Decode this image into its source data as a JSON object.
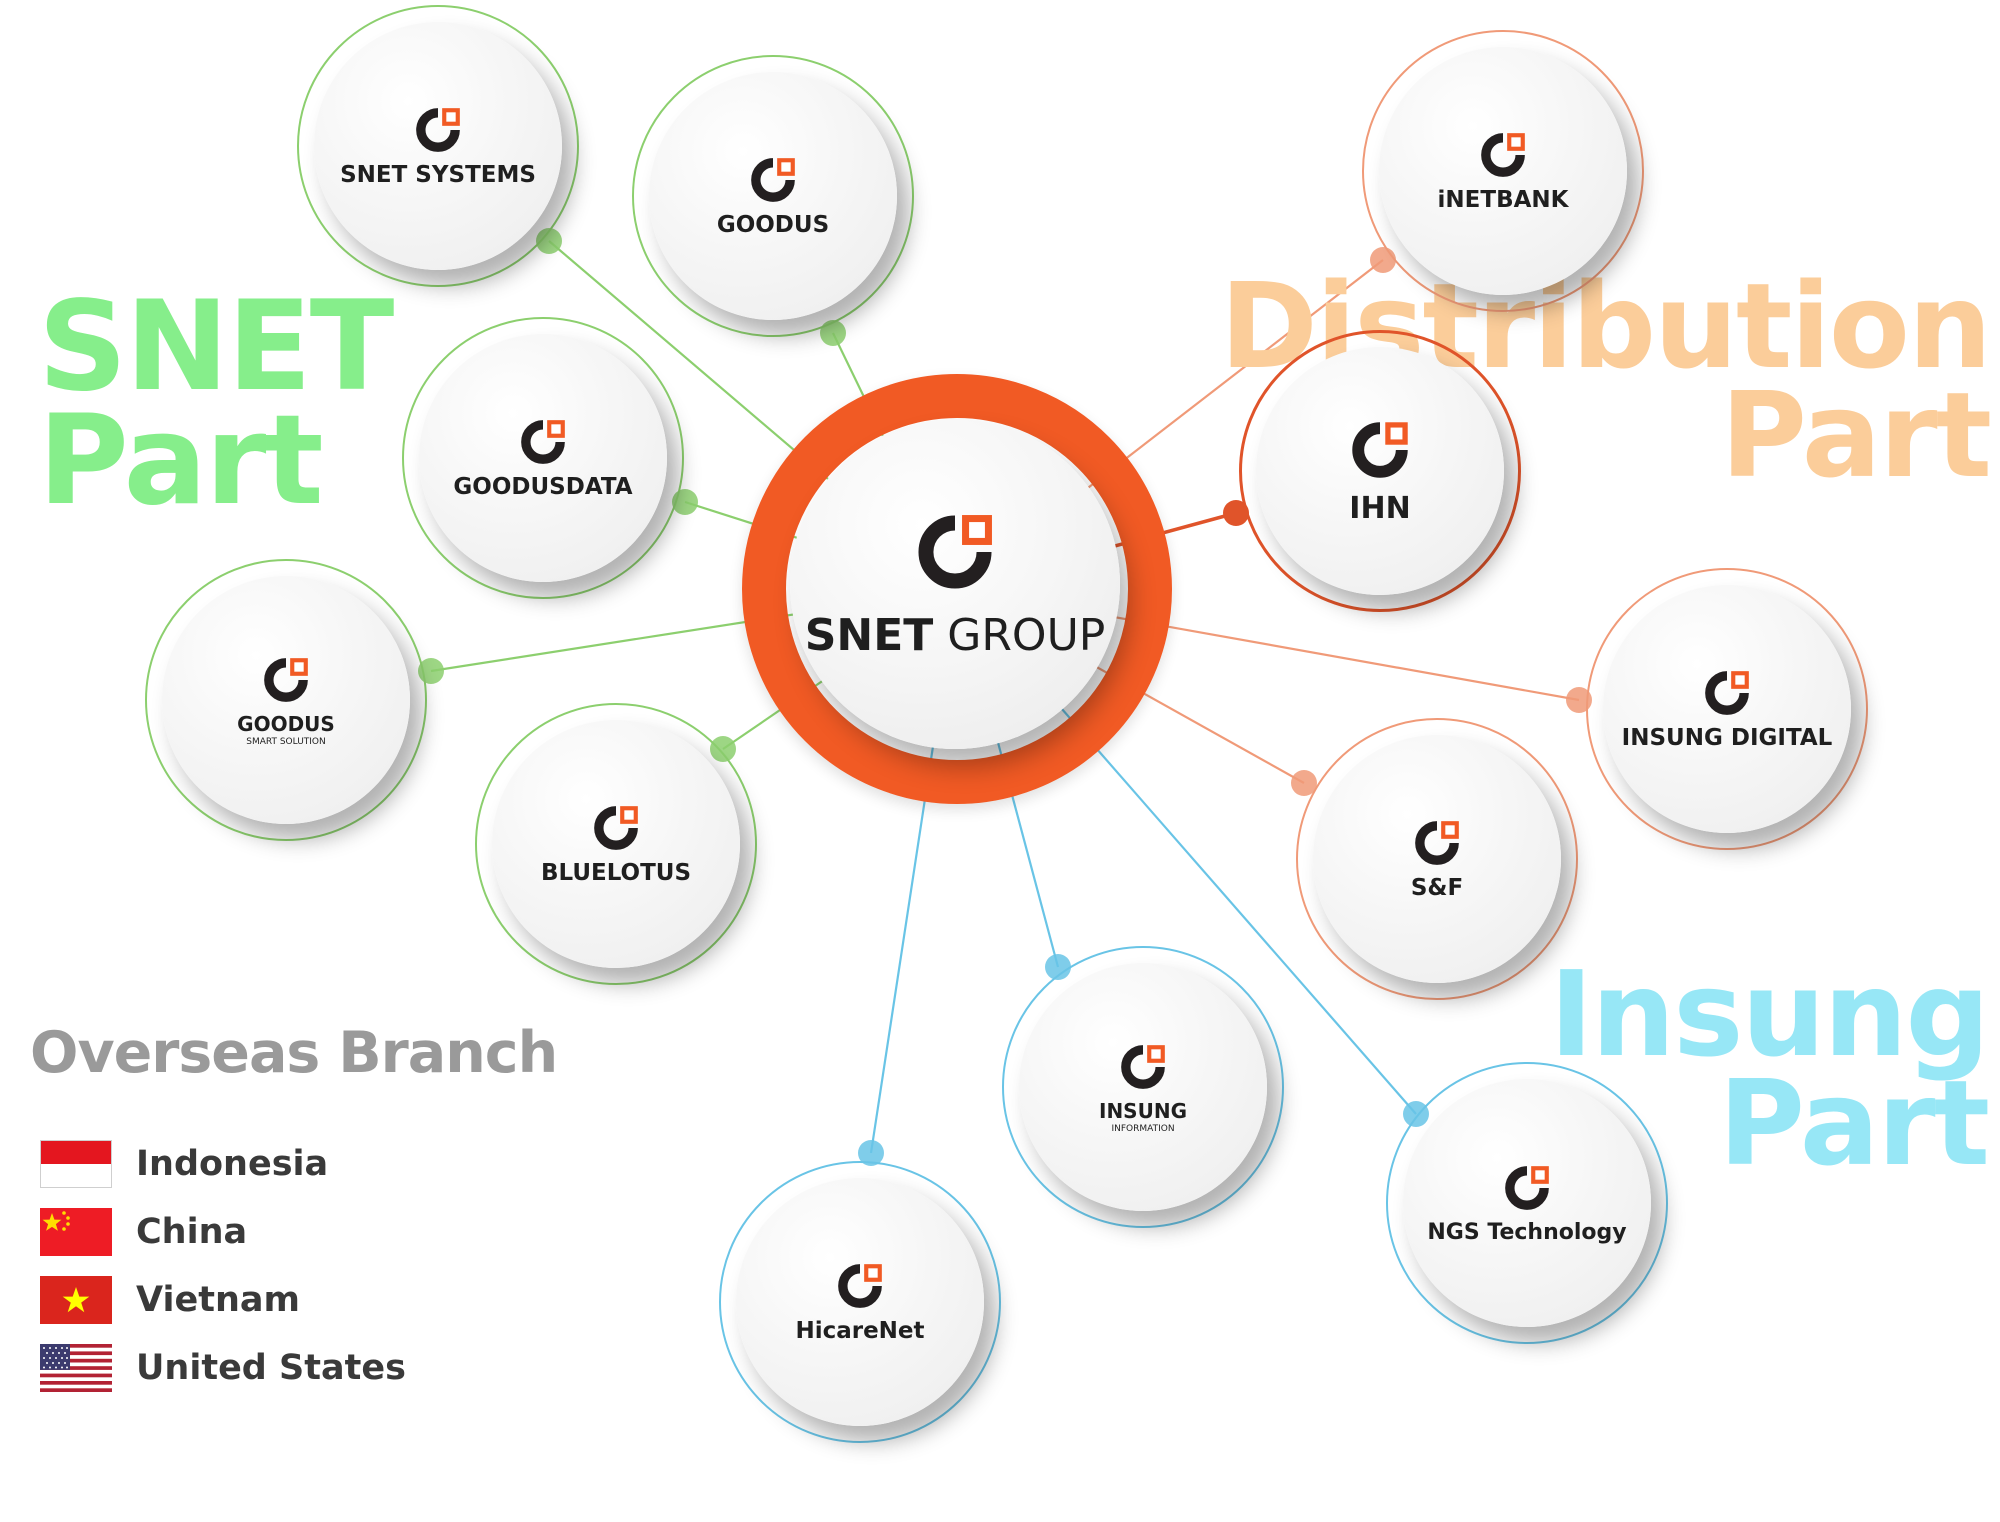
{
  "parts": {
    "snet": [
      "SNET",
      "Part"
    ],
    "distribution": [
      "Distribution",
      "Part"
    ],
    "insung": [
      "Insung",
      "Part"
    ]
  },
  "colors": {
    "snet": "#8ccf6e",
    "distribution": "#f09a78",
    "insung": "#69c4e6",
    "brand": "#f15a24"
  },
  "center": {
    "bold": "SNET",
    "light": " GROUP"
  },
  "nodes": [
    {
      "id": "snet-systems",
      "label": "SNET SYSTEMS",
      "group": "snet"
    },
    {
      "id": "goodus",
      "label": "GOODUS",
      "group": "snet"
    },
    {
      "id": "goodusdata",
      "label": "GOODUSDATA",
      "group": "snet"
    },
    {
      "id": "goodus-smart",
      "label": "GOODUS",
      "sub": "SMART SOLUTION",
      "group": "snet"
    },
    {
      "id": "bluelotus",
      "label": "BLUELOTUS",
      "group": "snet"
    },
    {
      "id": "inetbank",
      "label": "iNETBANK",
      "group": "distribution"
    },
    {
      "id": "ihn",
      "label": "IHN",
      "group": "distribution"
    },
    {
      "id": "insung-digital",
      "label": "INSUNG DIGITAL",
      "group": "distribution"
    },
    {
      "id": "s-and-f",
      "label": "S&F",
      "group": "distribution"
    },
    {
      "id": "insung-information",
      "label": "INSUNG",
      "sub": "INFORMATION",
      "group": "insung"
    },
    {
      "id": "ngs-technology",
      "label": "NGS Technology",
      "group": "insung"
    },
    {
      "id": "hicarenet",
      "label": "HicareNet",
      "group": "insung"
    }
  ],
  "overseas": {
    "title": "Overseas Branch",
    "branches": [
      {
        "name": "Indonesia",
        "flag": "indonesia-flag"
      },
      {
        "name": "China",
        "flag": "china-flag"
      },
      {
        "name": "Vietnam",
        "flag": "vietnam-flag"
      },
      {
        "name": "United States",
        "flag": "us-flag"
      }
    ]
  }
}
